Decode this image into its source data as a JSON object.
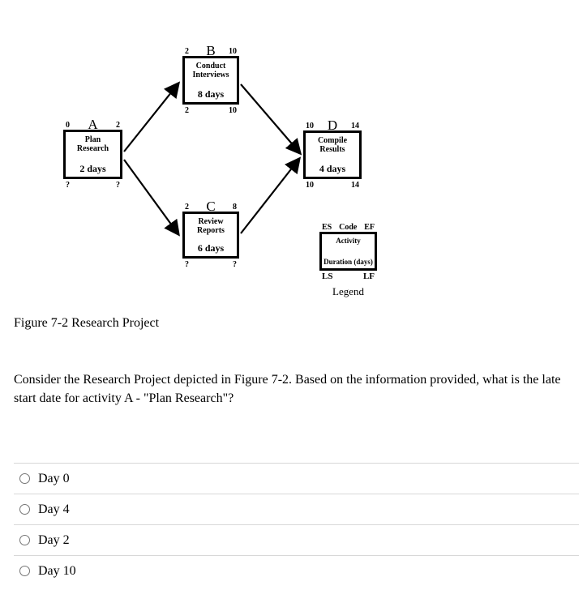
{
  "diagram": {
    "nodes": [
      {
        "code": "A",
        "name": "Plan\nResearch",
        "duration": "2 days",
        "es": "0",
        "ef": "2",
        "ls": "?",
        "lf": "?"
      },
      {
        "code": "B",
        "name": "Conduct\nInterviews",
        "duration": "8 days",
        "es": "2",
        "ef": "10",
        "ls": "2",
        "lf": "10"
      },
      {
        "code": "C",
        "name": "Review\nReports",
        "duration": "6 days",
        "es": "2",
        "ef": "8",
        "ls": "?",
        "lf": "?"
      },
      {
        "code": "D",
        "name": "Compile\nResults",
        "duration": "4 days",
        "es": "10",
        "ef": "14",
        "ls": "10",
        "lf": "14"
      }
    ],
    "legend": {
      "es_label": "ES",
      "code_label": "Code",
      "ef_label": "EF",
      "activity_label": "Activity",
      "duration_label": "Duration (days)",
      "ls_label": "LS",
      "lf_label": "LF",
      "caption": "Legend"
    }
  },
  "figure_caption": "Figure 7-2 Research Project",
  "question": "Consider the Research Project depicted in Figure 7-2. Based on the information provided, what is the late start date for activity A - \"Plan Research\"?",
  "options": [
    {
      "label": "Day 0"
    },
    {
      "label": "Day 4"
    },
    {
      "label": "Day 2"
    },
    {
      "label": "Day 10"
    }
  ],
  "colors": {
    "divider": "#d8d8d8",
    "radio_border": "#757575",
    "text": "#000000"
  }
}
